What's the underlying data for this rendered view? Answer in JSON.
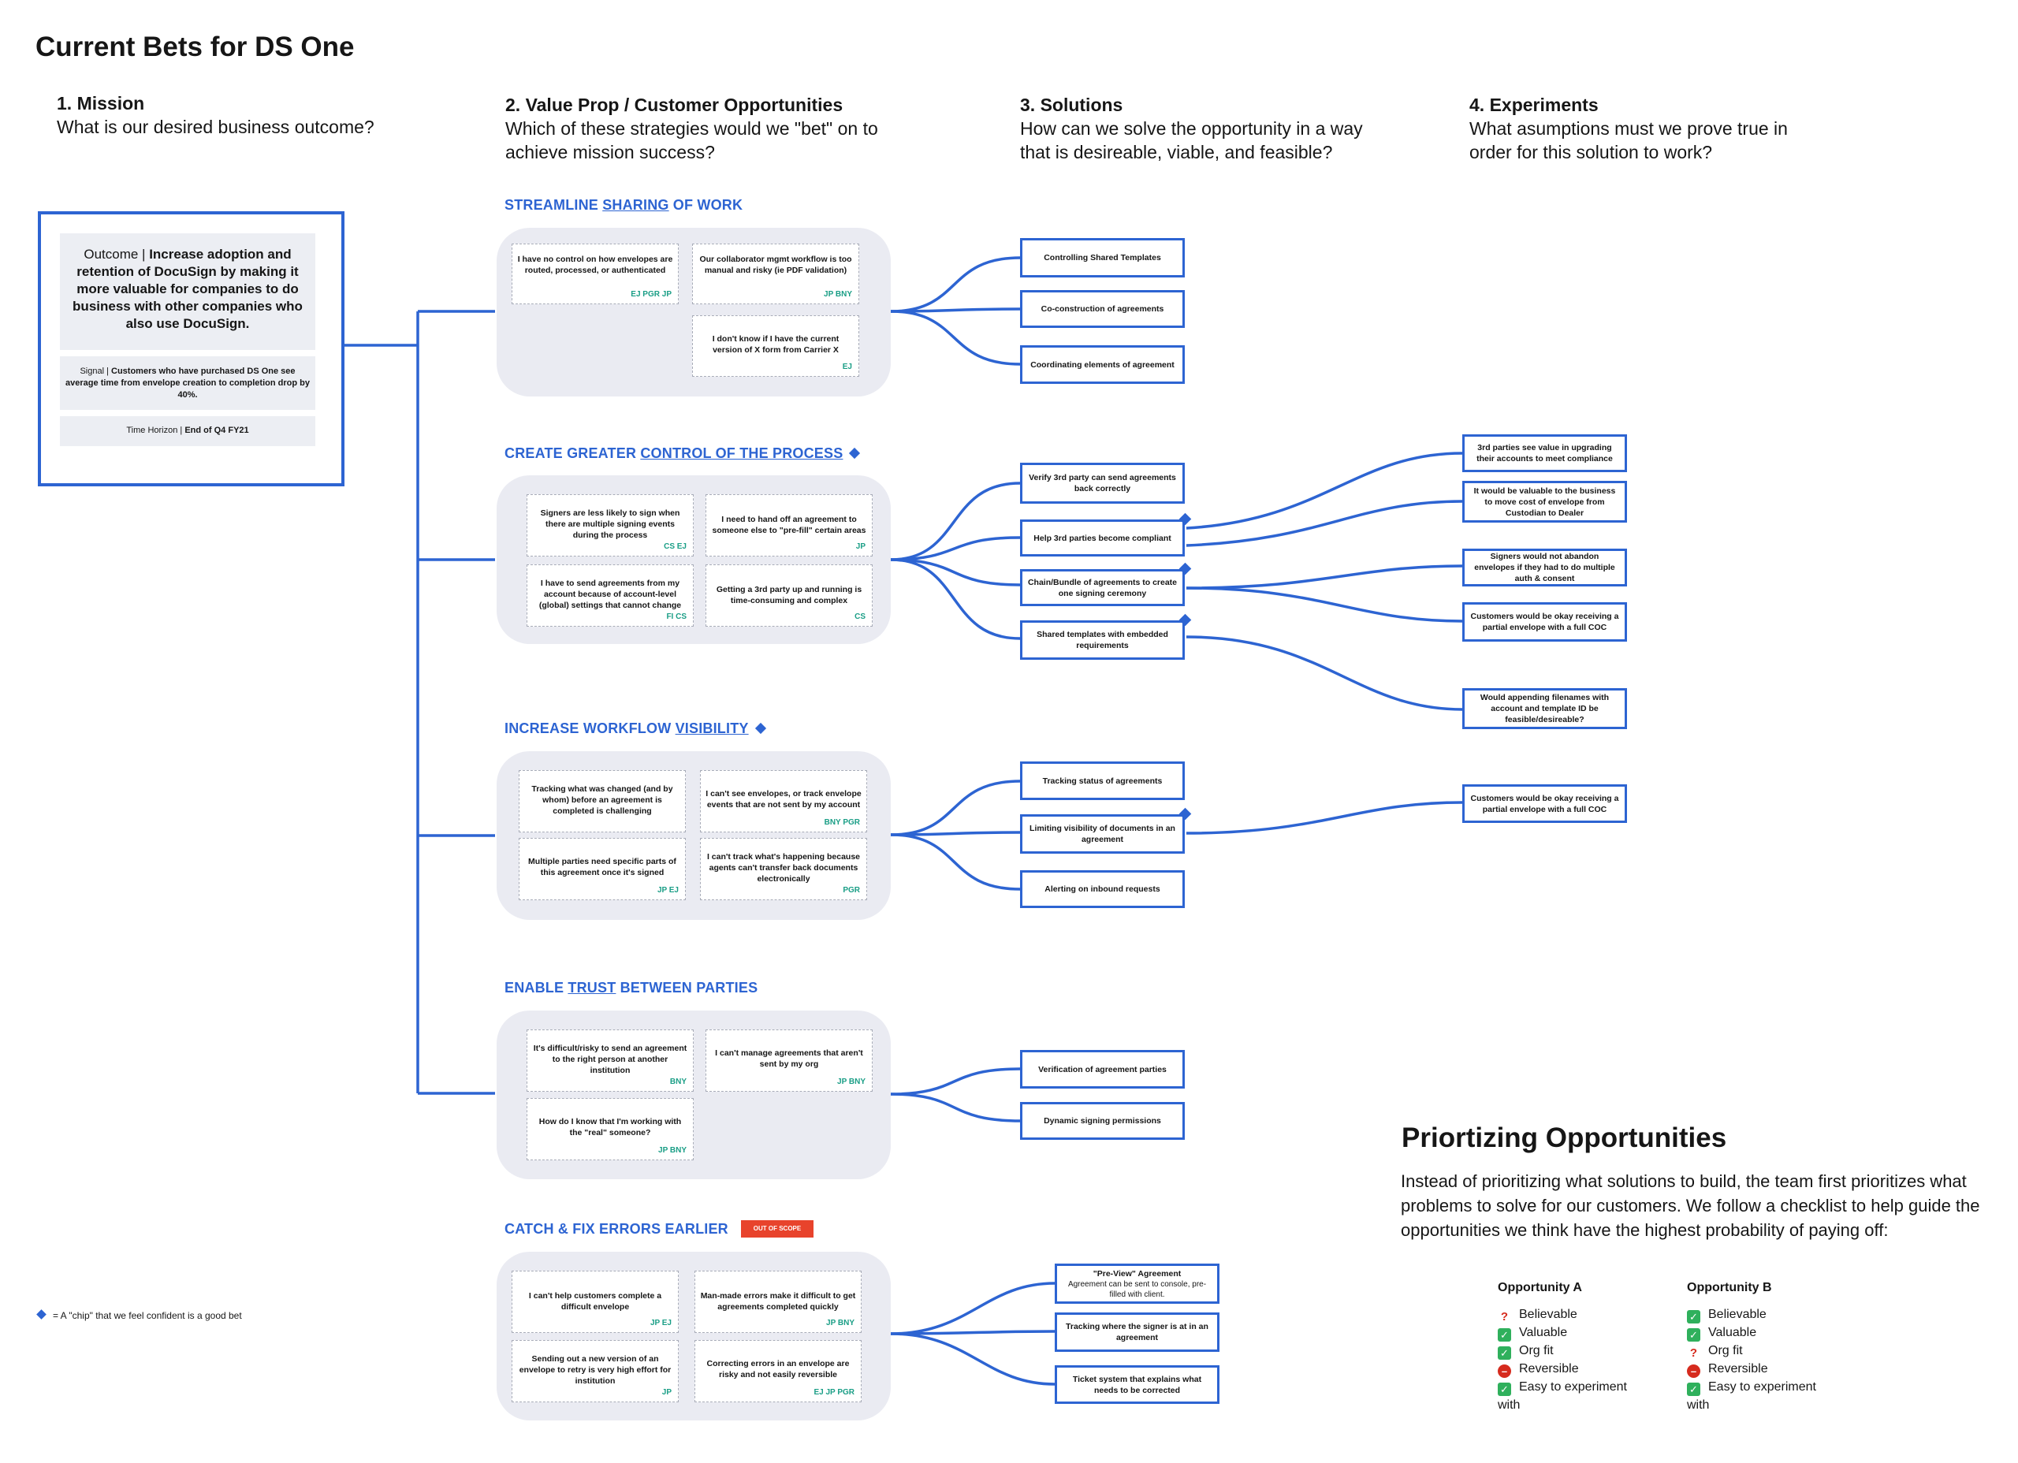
{
  "board": {
    "title": "Current Bets for DS One",
    "columns": [
      {
        "heading": "1. Mission",
        "question": "What is our desired business outcome?"
      },
      {
        "heading": "2. Value Prop / Customer Opportunities",
        "question": "Which of these strategies would we \"bet\" on to achieve mission success?"
      },
      {
        "heading": "3. Solutions",
        "question": "How can we solve the opportunity in a way that is desireable, viable, and feasible?"
      },
      {
        "heading": "4. Experiments",
        "question": "What asumptions must we prove true in order for this solution to work?"
      }
    ]
  },
  "mission": {
    "outcome_label": "Outcome |",
    "outcome_text": "Increase adoption and retention of DocuSign by making it more valuable for companies to do business with other companies who also use DocuSign.",
    "signal_label": "Signal |",
    "signal_text": "Customers who have purchased DS One see average time from envelope creation to completion drop by 40%.",
    "horizon_label": "Time Horizon |",
    "horizon_text": "End of Q4 FY21"
  },
  "themes": [
    {
      "title_pre": "STREAMLINE ",
      "title_u": "SHARING",
      "title_post": " OF WORK",
      "chip": false,
      "opportunities": [
        {
          "text": "I have no control on how envelopes are routed, processed, or authenticated",
          "tags": "EJ PGR JP"
        },
        {
          "text": "Our collaborator mgmt workflow is too manual and risky (ie PDF validation)",
          "tags": "JP BNY"
        },
        {
          "text": "I don't know if I have the current version of X form from Carrier X",
          "tags": "EJ"
        }
      ],
      "solutions": [
        {
          "text": "Controlling Shared Templates"
        },
        {
          "text": "Co-construction of agreements"
        },
        {
          "text": "Coordinating elements of agreement"
        }
      ]
    },
    {
      "title_pre": "CREATE GREATER ",
      "title_u": "CONTROL OF THE PROCESS",
      "title_post": "",
      "chip": true,
      "opportunities": [
        {
          "text": "Signers are less likely to sign when there are multiple signing events during the process",
          "tags": "CS EJ"
        },
        {
          "text": "I need to hand off an agreement to someone else to \"pre-fill\" certain areas",
          "tags": "JP"
        },
        {
          "text": "I have to send agreements from my account because of account-level (global) settings that cannot change",
          "tags": "FI CS"
        },
        {
          "text": "Getting a 3rd party up and running is time-consuming and complex",
          "tags": "CS"
        }
      ],
      "solutions": [
        {
          "text": "Verify 3rd party can send agreements back correctly"
        },
        {
          "text": "Help 3rd parties become compliant"
        },
        {
          "text": "Chain/Bundle of agreements to create one signing ceremony"
        },
        {
          "text": "Shared templates with embedded requirements"
        }
      ]
    },
    {
      "title_pre": "INCREASE WORKFLOW ",
      "title_u": "VISIBILITY",
      "title_post": "",
      "chip": true,
      "opportunities": [
        {
          "text": "Tracking what was changed (and by whom) before an agreement is completed is challenging",
          "tags": ""
        },
        {
          "text": "I can't see envelopes, or track envelope events that are not sent by my account",
          "tags": "BNY PGR"
        },
        {
          "text": "Multiple parties need specific parts of this agreement once it's signed",
          "tags": "JP EJ"
        },
        {
          "text": "I can't track what's happening because agents can't transfer back documents electronically",
          "tags": "PGR"
        }
      ],
      "solutions": [
        {
          "text": "Tracking status of agreements"
        },
        {
          "text": "Limiting visibility of documents in an agreement"
        },
        {
          "text": "Alerting on inbound requests"
        }
      ]
    },
    {
      "title_pre": "ENABLE ",
      "title_u": "TRUST",
      "title_post": " BETWEEN PARTIES",
      "chip": false,
      "opportunities": [
        {
          "text": "It's difficult/risky to send an agreement to the right person at another institution",
          "tags": "BNY"
        },
        {
          "text": "I can't manage agreements that aren't sent by my org",
          "tags": "JP BNY"
        },
        {
          "text": "How do I know that I'm working with the \"real\" someone?",
          "tags": "JP BNY"
        }
      ],
      "solutions": [
        {
          "text": "Verification of agreement parties"
        },
        {
          "text": "Dynamic signing permissions"
        }
      ]
    },
    {
      "title_pre": "CATCH & FIX ERRORS EARLIER",
      "title_u": "",
      "title_post": "",
      "chip": false,
      "badge": "OUT OF SCOPE",
      "opportunities": [
        {
          "text": "I can't help customers complete a difficult envelope",
          "tags": "JP EJ"
        },
        {
          "text": "Man-made errors make it difficult to get agreements completed quickly",
          "tags": "JP BNY"
        },
        {
          "text": "Sending out a new version of an envelope to retry is very high effort for institution",
          "tags": "JP"
        },
        {
          "text": "Correcting errors in an envelope are risky and not easily reversible",
          "tags": "EJ JP PGR"
        }
      ],
      "solutions": [
        {
          "text": "\"Pre-View\" Agreement",
          "sub": "Agreement can be sent to console, pre-filled with client."
        },
        {
          "text": "Tracking where the signer is at in an agreement"
        },
        {
          "text": "Ticket system that explains what needs to be corrected"
        }
      ]
    }
  ],
  "experiments": [
    {
      "text": "3rd parties see value in upgrading their accounts to meet compliance"
    },
    {
      "text": "It would be valuable to the business to move cost of envelope from Custodian to Dealer"
    },
    {
      "text": "Signers would not abandon envelopes if they had to do multiple auth & consent"
    },
    {
      "text": "Customers would be okay receiving a partial envelope with a full COC"
    },
    {
      "text": "Would appending filenames with account and template ID be feasible/desireable?"
    },
    {
      "text": "Customers would be okay receiving a partial envelope with a full COC"
    }
  ],
  "legend": {
    "text": "= A \"chip\" that we feel confident is a good bet"
  },
  "prioritizing": {
    "title": "Priortizing Opportunities",
    "description": "Instead of prioritizing what solutions to build, the team first prioritizes what problems to solve for our customers. We follow a checklist to help guide the opportunities we think have the highest probability of paying off:",
    "opportunity_a": {
      "title": "Opportunity A",
      "items": [
        {
          "label": "Believable",
          "status": "question"
        },
        {
          "label": "Valuable",
          "status": "yes"
        },
        {
          "label": "Org fit",
          "status": "yes"
        },
        {
          "label": "Reversible",
          "status": "no"
        },
        {
          "label": "Easy to experiment with",
          "status": "yes"
        }
      ]
    },
    "opportunity_b": {
      "title": "Opportunity B",
      "items": [
        {
          "label": "Believable",
          "status": "yes"
        },
        {
          "label": "Valuable",
          "status": "yes"
        },
        {
          "label": "Org fit",
          "status": "question"
        },
        {
          "label": "Reversible",
          "status": "no"
        },
        {
          "label": "Easy to experiment with",
          "status": "yes"
        }
      ]
    }
  },
  "colors": {
    "accent": "#2d64d2",
    "group_bg": "#eaebf2",
    "tag": "#1a9e86",
    "badge": "#e8432c"
  }
}
